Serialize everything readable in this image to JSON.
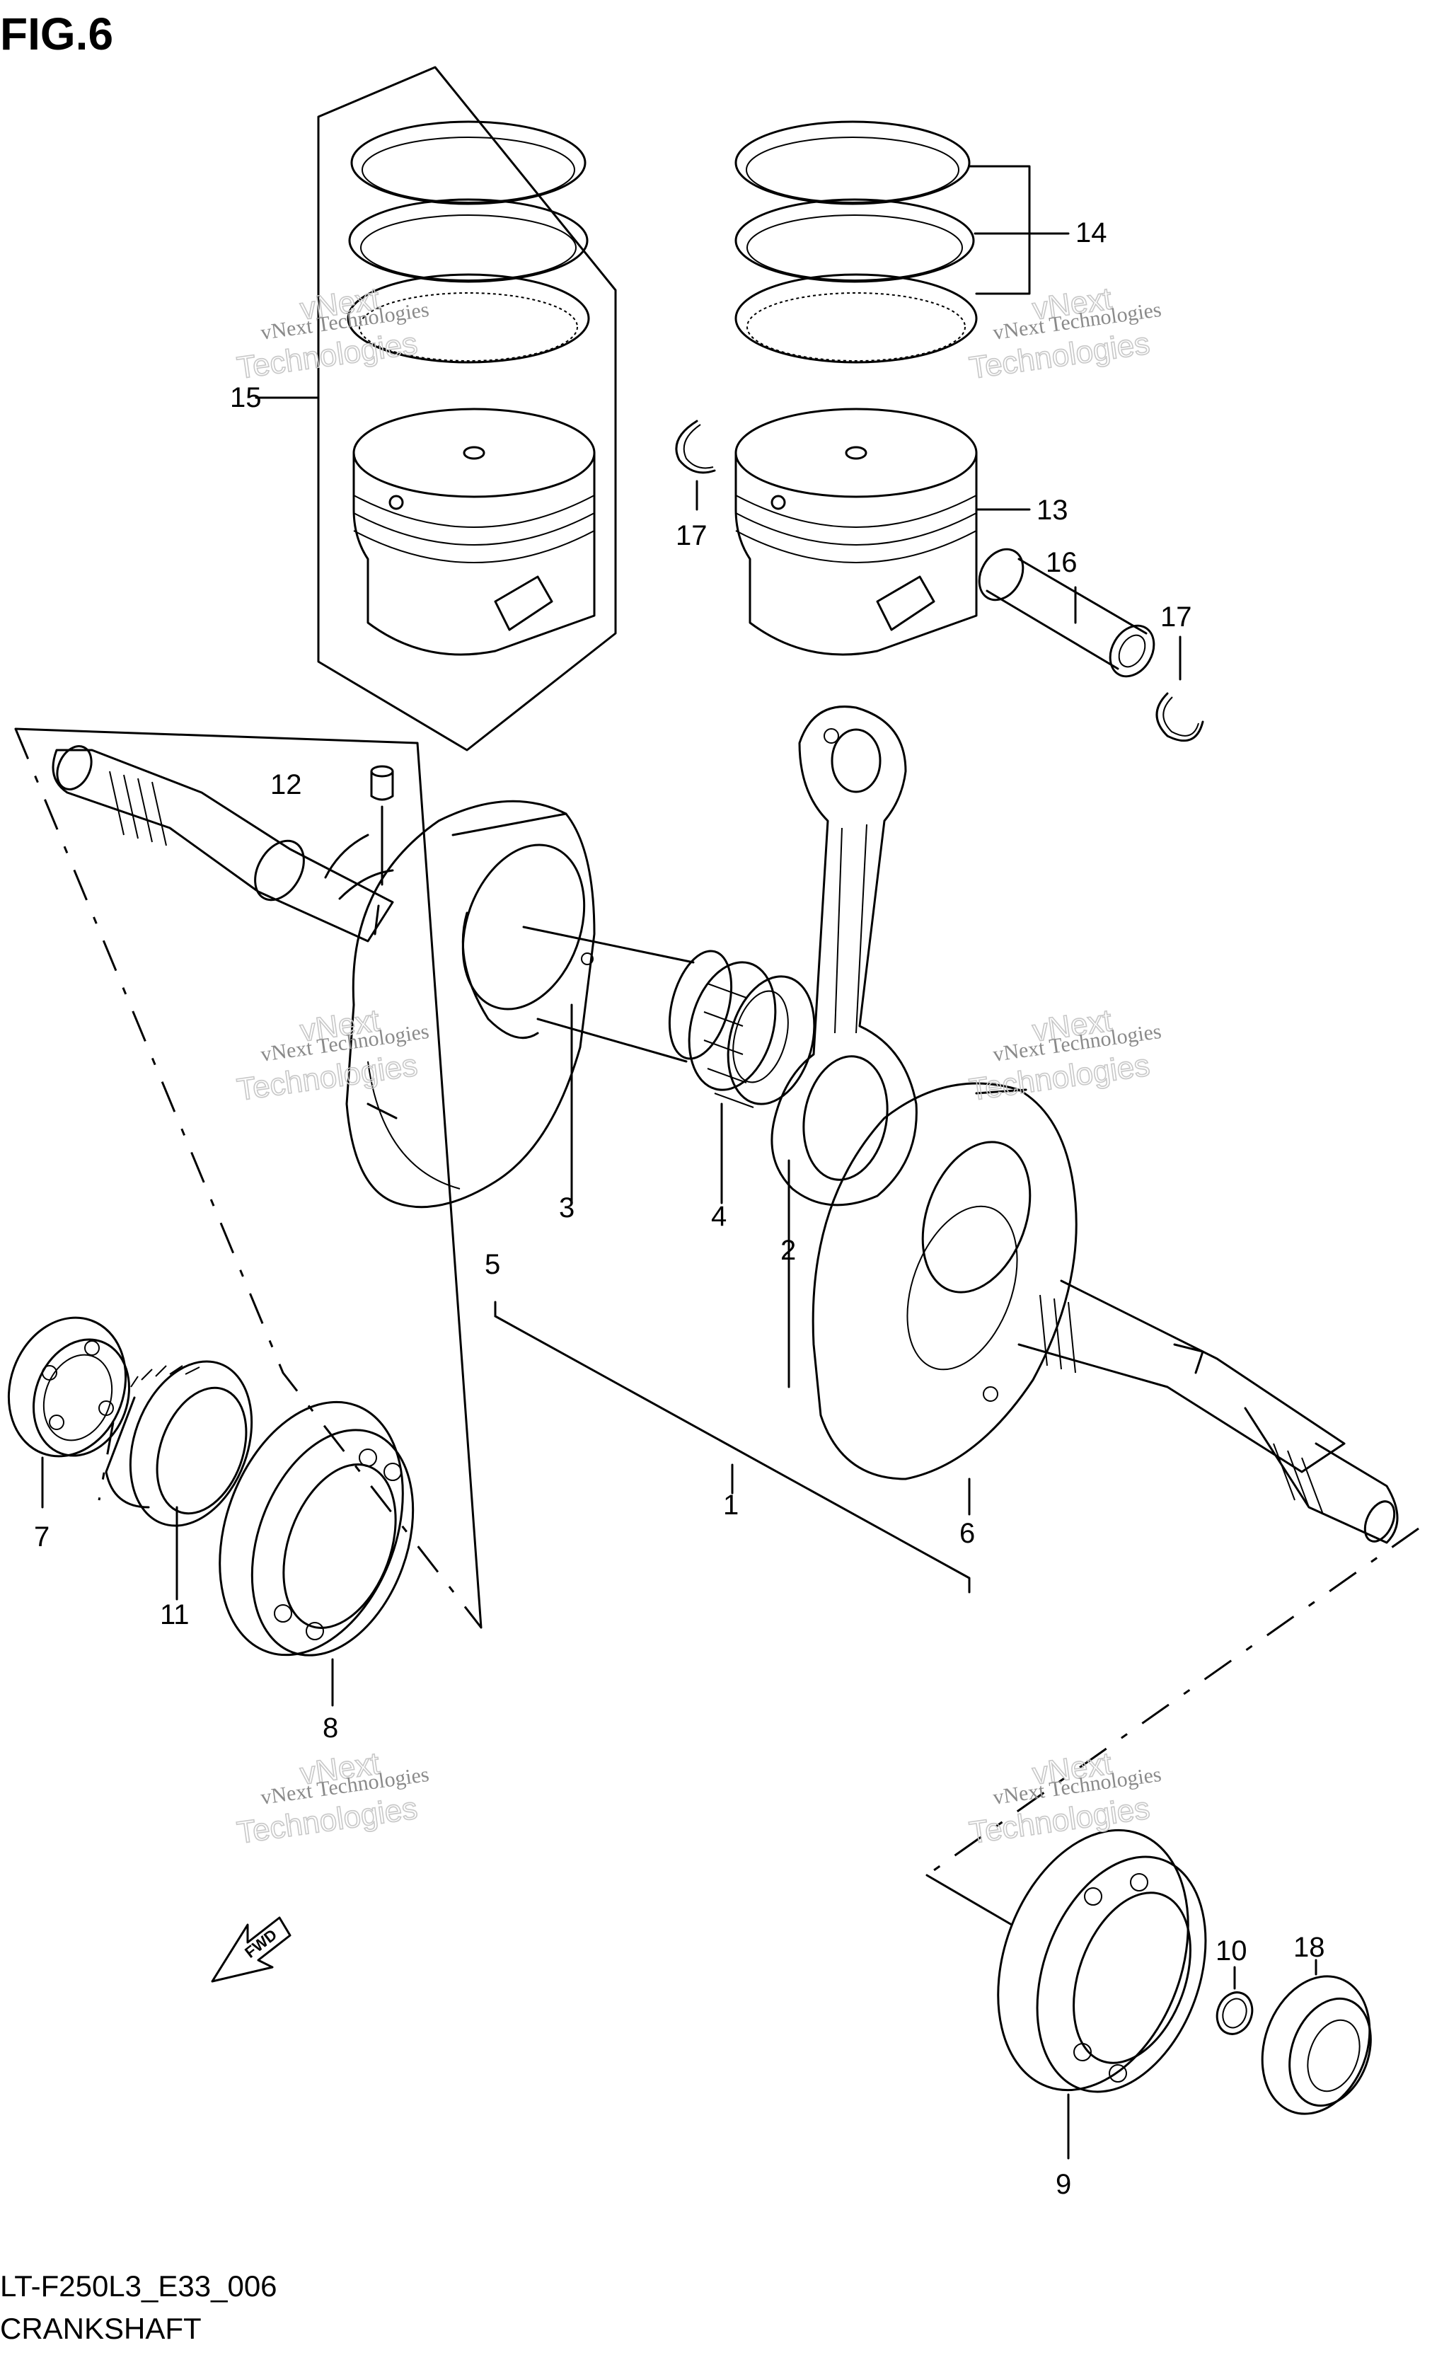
{
  "figure": {
    "title": "FIG.6",
    "code": "LT-F250L3_E33_006",
    "name": "CRANKSHAFT",
    "direction_marker": "FWD"
  },
  "callouts": [
    {
      "id": "c1",
      "text": "1"
    },
    {
      "id": "c2",
      "text": "2"
    },
    {
      "id": "c3",
      "text": "3"
    },
    {
      "id": "c4",
      "text": "4"
    },
    {
      "id": "c5",
      "text": "5"
    },
    {
      "id": "c6",
      "text": "6"
    },
    {
      "id": "c7",
      "text": "7"
    },
    {
      "id": "c8",
      "text": "8"
    },
    {
      "id": "c9",
      "text": "9"
    },
    {
      "id": "c10",
      "text": "10"
    },
    {
      "id": "c11",
      "text": "11"
    },
    {
      "id": "c12",
      "text": "12"
    },
    {
      "id": "c13",
      "text": "13"
    },
    {
      "id": "c14",
      "text": "14"
    },
    {
      "id": "c15",
      "text": "15"
    },
    {
      "id": "c16",
      "text": "16"
    },
    {
      "id": "c17a",
      "text": "17"
    },
    {
      "id": "c17b",
      "text": "17"
    },
    {
      "id": "c18",
      "text": "18"
    }
  ],
  "watermark": {
    "line1": "vNext Technologies",
    "line2": "vNext",
    "line3": "Technologies"
  }
}
